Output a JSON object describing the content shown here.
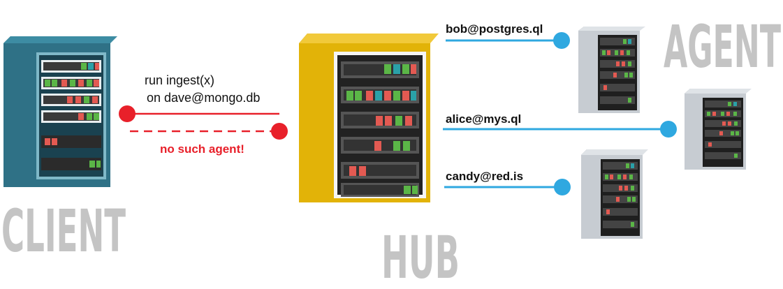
{
  "labels": {
    "client": "CLIENT",
    "hub": "HUB",
    "agent": "AGENT"
  },
  "request": {
    "line1": "run ingest(x)",
    "line2": "on dave@mongo.db",
    "error": "no such agent!"
  },
  "connections": [
    {
      "id": "bob",
      "label": "bob@postgres.ql"
    },
    {
      "id": "alice",
      "label": "alice@mys.ql"
    },
    {
      "id": "candy",
      "label": "candy@red.is"
    }
  ],
  "colors": {
    "client_front": "#2f7186",
    "client_side": "#1e5466",
    "client_top": "#3d8ca3",
    "hub_front": "#e2b308",
    "hub_side": "#a88507",
    "hub_top": "#f1c93a",
    "agent_front": "#c7ccd2",
    "agent_side": "#8f969e",
    "agent_top": "#dfe3e7",
    "request_red": "#e8202a",
    "agent_line_blue": "#2fa8e0",
    "slot_green": "#5bb647",
    "slot_red": "#e35a52",
    "slot_teal": "#2aa1a8",
    "label_gray": "#c4c4c4"
  }
}
